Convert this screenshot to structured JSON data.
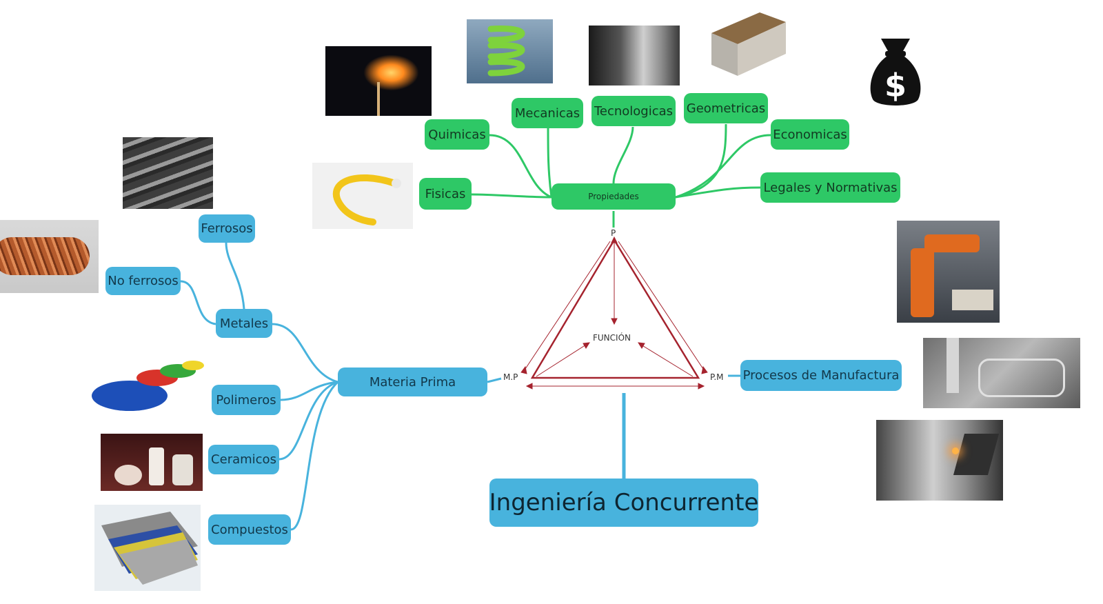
{
  "title": "Ingeniería Concurrente",
  "triangle": {
    "top": "P",
    "left": "M.P",
    "right": "P.M",
    "center": "FUNCIÓN"
  },
  "propiedades": {
    "label": "Propiedades",
    "children": [
      "Quimicas",
      "Mecanicas",
      "Tecnologicas",
      "Geometricas",
      "Economicas",
      "Legales y Normativas",
      "Fisicas"
    ]
  },
  "materia_prima": {
    "label": "Materia Prima",
    "metales": {
      "label": "Metales",
      "children": [
        "Ferrosos",
        "No ferrosos"
      ]
    },
    "children": [
      "Polimeros",
      "Ceramicos",
      "Compuestos"
    ]
  },
  "procesos": {
    "label": "Procesos de Manufactura"
  },
  "icons": {
    "money_bag": "money-bag-icon",
    "currency_symbol": "$"
  },
  "colors": {
    "green": "#2ec866",
    "blue": "#48b3dd",
    "triangle": "#a5232e"
  }
}
